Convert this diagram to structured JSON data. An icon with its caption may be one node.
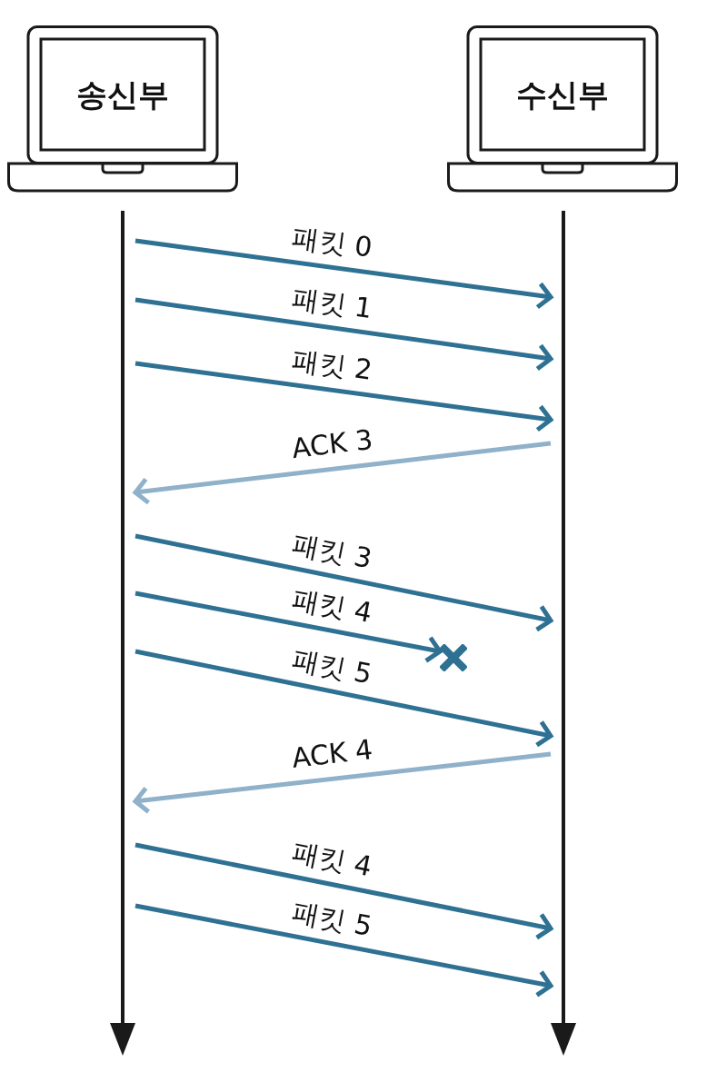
{
  "diagram": {
    "nodes": [
      {
        "text": [
          "송신부"
        ]
      },
      {
        "text": [
          "수신부"
        ]
      },
      {
        "text": [],
        "shape": "line"
      },
      {
        "text": [],
        "shape": "line"
      },
      {
        "text": [],
        "shape": "cross"
      }
    ],
    "edges": [
      {
        "from": 2,
        "to": 3,
        "arrow": "to",
        "label": "패킷 0"
      },
      {
        "from": 2,
        "to": 3,
        "arrow": "to",
        "label": "패킷 1"
      },
      {
        "from": 2,
        "to": 3,
        "arrow": "to",
        "label": "패킷 2"
      },
      {
        "from": 3,
        "to": 2,
        "arrow": "to",
        "label": "ACK 3",
        "color": "#8fb1c9"
      },
      {
        "from": 2,
        "to": 3,
        "arrow": "to",
        "label": "패킷 3"
      },
      {
        "from": 2,
        "to": 4,
        "arrow": "to",
        "label": "패킷 4"
      },
      {
        "from": 2,
        "to": 3,
        "arrow": "to",
        "label": "패킷 5"
      },
      {
        "from": 3,
        "to": 2,
        "arrow": "to",
        "label": "ACK 4",
        "color": "#8fb1c9"
      },
      {
        "from": 2,
        "to": 3,
        "arrow": "to",
        "label": "패킷 4"
      },
      {
        "from": 2,
        "to": 3,
        "arrow": "to",
        "label": "패킷 5"
      }
    ]
  }
}
